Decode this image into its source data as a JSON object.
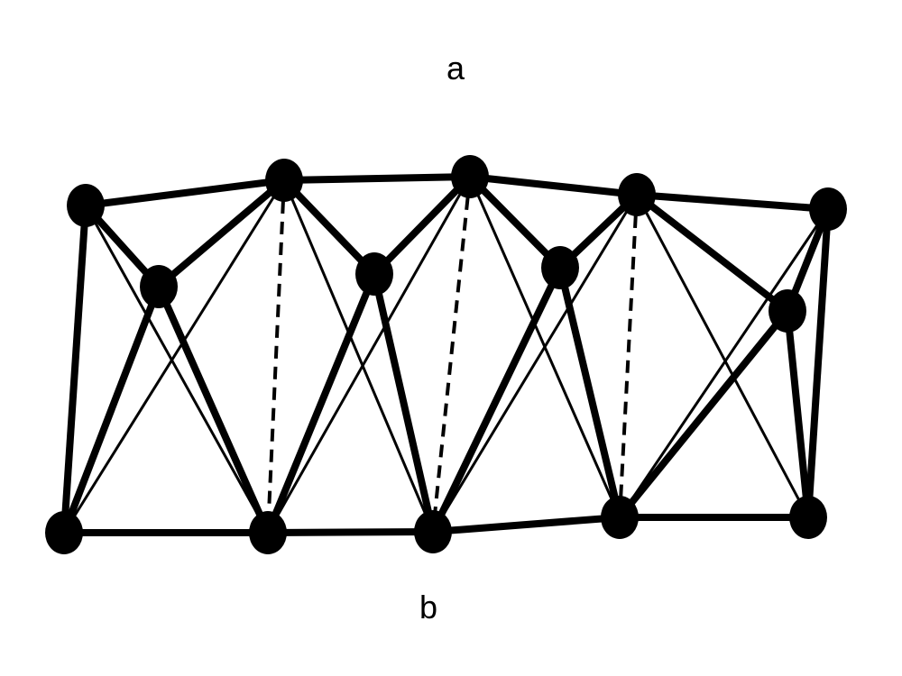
{
  "labels": {
    "top": "a",
    "bottom": "b"
  },
  "colors": {
    "background": "#ffffff",
    "ink": "#000000"
  },
  "graph": {
    "nodes": [
      {
        "id": "t1",
        "row": "top"
      },
      {
        "id": "t2",
        "row": "top"
      },
      {
        "id": "t3",
        "row": "top"
      },
      {
        "id": "t4",
        "row": "top"
      },
      {
        "id": "t5",
        "row": "top"
      },
      {
        "id": "m1",
        "row": "middle"
      },
      {
        "id": "m2",
        "row": "middle"
      },
      {
        "id": "m3",
        "row": "middle"
      },
      {
        "id": "m4",
        "row": "middle"
      },
      {
        "id": "b1",
        "row": "bottom"
      },
      {
        "id": "b2",
        "row": "bottom"
      },
      {
        "id": "b3",
        "row": "bottom"
      },
      {
        "id": "b4",
        "row": "bottom"
      },
      {
        "id": "b5",
        "row": "bottom"
      }
    ],
    "edges": [
      {
        "from": "t1",
        "to": "t2",
        "style": "thick"
      },
      {
        "from": "t2",
        "to": "t3",
        "style": "thick"
      },
      {
        "from": "t3",
        "to": "t4",
        "style": "thick"
      },
      {
        "from": "t4",
        "to": "t5",
        "style": "thick"
      },
      {
        "from": "b1",
        "to": "b2",
        "style": "thick"
      },
      {
        "from": "b2",
        "to": "b3",
        "style": "thick"
      },
      {
        "from": "b3",
        "to": "b4",
        "style": "thick"
      },
      {
        "from": "b4",
        "to": "b5",
        "style": "thick"
      },
      {
        "from": "t1",
        "to": "b1",
        "style": "thick"
      },
      {
        "from": "t5",
        "to": "b5",
        "style": "thick"
      },
      {
        "from": "t1",
        "to": "m1",
        "style": "thick"
      },
      {
        "from": "t2",
        "to": "m1",
        "style": "thick"
      },
      {
        "from": "m1",
        "to": "b1",
        "style": "thick"
      },
      {
        "from": "m1",
        "to": "b2",
        "style": "thick"
      },
      {
        "from": "t1",
        "to": "b2",
        "style": "thin"
      },
      {
        "from": "t2",
        "to": "b1",
        "style": "thin"
      },
      {
        "from": "t2",
        "to": "m2",
        "style": "thick"
      },
      {
        "from": "t3",
        "to": "m2",
        "style": "thick"
      },
      {
        "from": "m2",
        "to": "b2",
        "style": "thick"
      },
      {
        "from": "m2",
        "to": "b3",
        "style": "thick"
      },
      {
        "from": "t2",
        "to": "b3",
        "style": "thin"
      },
      {
        "from": "t3",
        "to": "b2",
        "style": "thin"
      },
      {
        "from": "t2",
        "to": "b2",
        "style": "dashed"
      },
      {
        "from": "t3",
        "to": "m3",
        "style": "thick"
      },
      {
        "from": "t4",
        "to": "m3",
        "style": "thick"
      },
      {
        "from": "m3",
        "to": "b3",
        "style": "thick"
      },
      {
        "from": "m3",
        "to": "b4",
        "style": "thick"
      },
      {
        "from": "t3",
        "to": "b4",
        "style": "thin"
      },
      {
        "from": "t4",
        "to": "b3",
        "style": "thin"
      },
      {
        "from": "t3",
        "to": "b3",
        "style": "dashed"
      },
      {
        "from": "t4",
        "to": "m4",
        "style": "thick"
      },
      {
        "from": "t5",
        "to": "m4",
        "style": "thick"
      },
      {
        "from": "m4",
        "to": "b4",
        "style": "thick"
      },
      {
        "from": "m4",
        "to": "b5",
        "style": "thick"
      },
      {
        "from": "t4",
        "to": "b5",
        "style": "thin"
      },
      {
        "from": "t5",
        "to": "b4",
        "style": "thin"
      },
      {
        "from": "t4",
        "to": "b4",
        "style": "dashed"
      }
    ]
  }
}
